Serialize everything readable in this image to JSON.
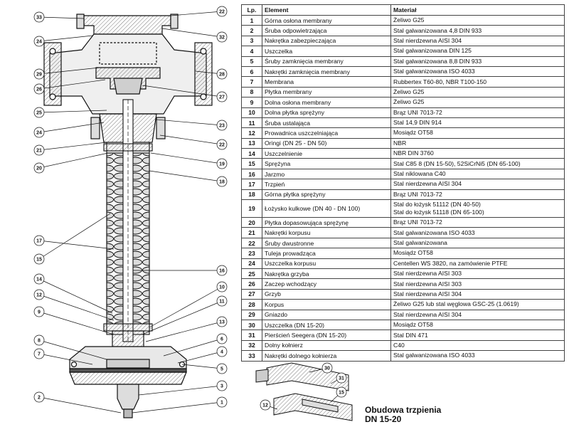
{
  "table": {
    "headers": {
      "lp": "Lp.",
      "element": "Element",
      "material": "Materiał"
    },
    "rows": [
      {
        "lp": "1",
        "element": "Górna osłona membrany",
        "material": [
          "Żeliwo G25"
        ]
      },
      {
        "lp": "2",
        "element": "Śruba odpowietrzająca",
        "material": [
          "Stal galwanizowana 4,8 DIN 933"
        ]
      },
      {
        "lp": "3",
        "element": "Nakrętka zabezpieczająca",
        "material": [
          "Stal nierdzewna AISI 304"
        ]
      },
      {
        "lp": "4",
        "element": "Uszczelka",
        "material": [
          "Stal galwanizowana DIN 125"
        ]
      },
      {
        "lp": "5",
        "element": "Śruby zamknięcia membrany",
        "material": [
          "Stal galwanizowana 8,8 DIN 933"
        ]
      },
      {
        "lp": "6",
        "element": "Nakrętki zamknięcia membrany",
        "material": [
          "Stal galwanizowana ISO 4033"
        ]
      },
      {
        "lp": "7",
        "element": "Membrana",
        "material": [
          "Rubbertex T60-80, NBR T100-150"
        ]
      },
      {
        "lp": "8",
        "element": "Płytka membrany",
        "material": [
          "Żeliwo G25"
        ]
      },
      {
        "lp": "9",
        "element": "Dolna osłona membrany",
        "material": [
          "Żeliwo G25"
        ]
      },
      {
        "lp": "10",
        "element": "Dolna płytka sprężyny",
        "material": [
          "Brąz UNI 7013-72"
        ]
      },
      {
        "lp": "11",
        "element": "Śruba ustalająca",
        "material": [
          "Stal 14,9 DIN 914"
        ]
      },
      {
        "lp": "12",
        "element": "Prowadnica uszczelniająca",
        "material": [
          "Mosiądz OT58"
        ]
      },
      {
        "lp": "13",
        "element": "Oringi (DN 25 - DN 50)",
        "material": [
          "NBR"
        ]
      },
      {
        "lp": "14",
        "element": "Uszczelnienie",
        "material": [
          "NBR DIN 3760"
        ]
      },
      {
        "lp": "15",
        "element": "Sprężyna",
        "material": [
          "Stal C85 8 (DN 15-50), 52SiCrNi5 (DN 65-100)"
        ]
      },
      {
        "lp": "16",
        "element": "Jarzmo",
        "material": [
          "Stal niklowana C40"
        ]
      },
      {
        "lp": "17",
        "element": "Trzpień",
        "material": [
          "Stal nierdzewna AISI 304"
        ]
      },
      {
        "lp": "18",
        "element": "Górna płytka sprężyny",
        "material": [
          "Brąz UNI 7013-72"
        ]
      },
      {
        "lp": "19",
        "element": "Łożysko kulkowe (DN 40 - DN 100)",
        "material": [
          "Stal do łożysk 51112 (DN 40-50)",
          "Stal do łożysk 51118 (DN 65-100)"
        ]
      },
      {
        "lp": "20",
        "element": "Płytka dopasowująca sprężynę",
        "material": [
          "Brąz UNI 7013-72"
        ]
      },
      {
        "lp": "21",
        "element": "Nakrętki korpusu",
        "material": [
          "Stal galwanizowana ISO 4033"
        ]
      },
      {
        "lp": "22",
        "element": "Śruby dwustronne",
        "material": [
          "Stal galwanizowana"
        ]
      },
      {
        "lp": "23",
        "element": "Tuleja prowadząca",
        "material": [
          "Mosiądz OT58"
        ]
      },
      {
        "lp": "24",
        "element": "Uszczelka korpusu",
        "material": [
          "Centellen WS 3820, na zamówienie PTFE"
        ]
      },
      {
        "lp": "25",
        "element": "Nakrętka grzyba",
        "material": [
          "Stal nierdzewna AISI 303"
        ]
      },
      {
        "lp": "26",
        "element": "Zaczep wchodzący",
        "material": [
          "Stal nierdzewna AISI 303"
        ]
      },
      {
        "lp": "27",
        "element": "Grzyb",
        "material": [
          "Stal nierdzewna AISI 304"
        ]
      },
      {
        "lp": "28",
        "element": "Korpus",
        "material": [
          "Żeliwo G25 lub stal węglowa GSC-25 (1.0619)"
        ]
      },
      {
        "lp": "29",
        "element": "Gniazdo",
        "material": [
          "Stal nierdzewna AISI 304"
        ]
      },
      {
        "lp": "30",
        "element": "Uszczelka (DN 15-20)",
        "material": [
          "Mosiądz OT58"
        ]
      },
      {
        "lp": "31",
        "element": "Pierścień Seegera (DN 15-20)",
        "material": [
          "Stal DIN 471"
        ]
      },
      {
        "lp": "32",
        "element": "Dolny kołnierz",
        "material": [
          "C40"
        ]
      },
      {
        "lp": "33",
        "element": "Nakrętki dolnego kołnierza",
        "material": [
          "Stal galwanizowana ISO 4033"
        ]
      }
    ]
  },
  "drawing": {
    "callouts_left": [
      "33",
      "24",
      "29",
      "26",
      "25",
      "24",
      "21",
      "20",
      "17",
      "15",
      "14",
      "12",
      "9",
      "8",
      "7",
      "2"
    ],
    "callouts_right": [
      "22",
      "32",
      "28",
      "27",
      "23",
      "22",
      "19",
      "18",
      "16",
      "10",
      "11",
      "13",
      "6",
      "4",
      "5",
      "3",
      "1"
    ]
  },
  "detail": {
    "callouts": [
      "30",
      "31",
      "15",
      "12"
    ],
    "caption_line1": "Obudowa trzpienia",
    "caption_line2": "DN 15-20"
  },
  "colors": {
    "line": "#111111",
    "hatch": "#555555",
    "fill": "#e6e6e6"
  }
}
